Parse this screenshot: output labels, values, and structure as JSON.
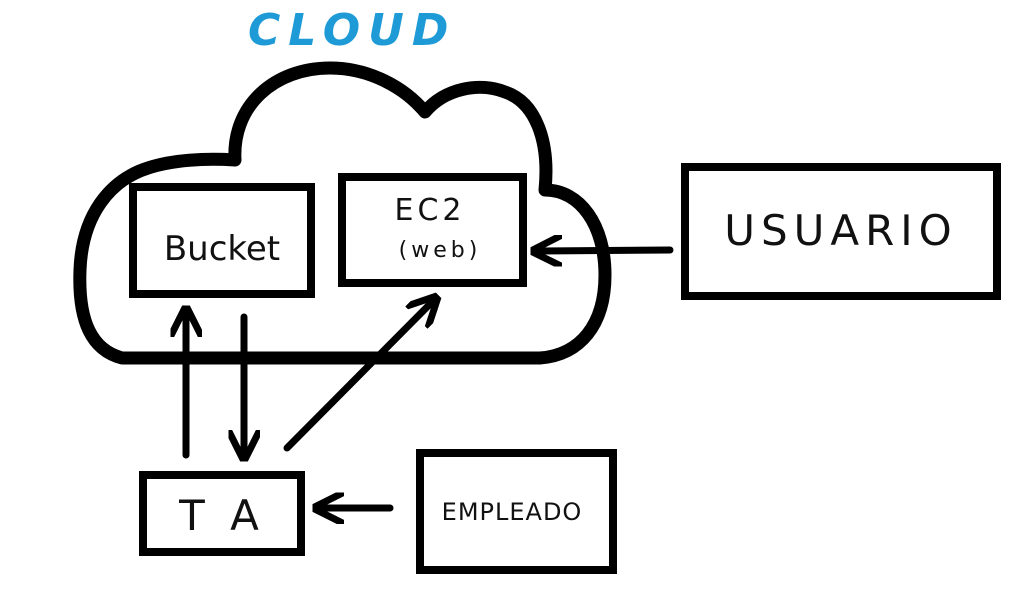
{
  "title": {
    "text": "CLOUD"
  },
  "nodes": {
    "bucket": {
      "label": "Bucket"
    },
    "ec2": {
      "line1": "EC2",
      "line2": "(web)"
    },
    "usuario": {
      "label": "USUARIO"
    },
    "ta": {
      "label": "T A"
    },
    "empleado": {
      "label": "EMPLEADO"
    }
  },
  "colors": {
    "ink": "#000000",
    "title": "#1e9ad6"
  }
}
